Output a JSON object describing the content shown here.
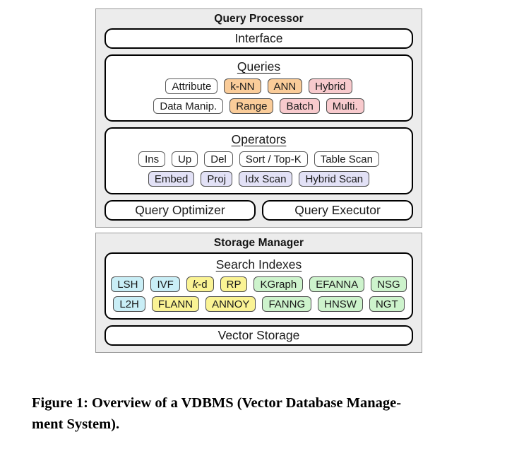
{
  "palette": {
    "white": {
      "bg": "#ffffff",
      "border": "#5c5c5c"
    },
    "orange": {
      "bg": "#facc99",
      "border": "#4d4d4d"
    },
    "pink": {
      "bg": "#f8cacd",
      "border": "#4d4d4d"
    },
    "lavender": {
      "bg": "#e2e1f6",
      "border": "#4d4d4d"
    },
    "cyan": {
      "bg": "#c9eef6",
      "border": "#4d4d4d"
    },
    "yellow": {
      "bg": "#faf394",
      "border": "#4d4d4d"
    },
    "green": {
      "bg": "#cdf3cc",
      "border": "#4d4d4d"
    }
  },
  "query_processor": {
    "title": "Query Processor",
    "interface_label": "Interface",
    "queries": {
      "title": "Queries",
      "rows": [
        [
          {
            "label": "Attribute",
            "color": "white"
          },
          {
            "label": "k-NN",
            "color": "orange"
          },
          {
            "label": "ANN",
            "color": "orange"
          },
          {
            "label": "Hybrid",
            "color": "pink"
          }
        ],
        [
          {
            "label": "Data Manip.",
            "color": "white"
          },
          {
            "label": "Range",
            "color": "orange"
          },
          {
            "label": "Batch",
            "color": "pink"
          },
          {
            "label": "Multi.",
            "color": "pink"
          }
        ]
      ]
    },
    "operators": {
      "title": "Operators",
      "rows": [
        [
          {
            "label": "Ins",
            "color": "white"
          },
          {
            "label": "Up",
            "color": "white"
          },
          {
            "label": "Del",
            "color": "white"
          },
          {
            "label": "Sort / Top-K",
            "color": "white"
          },
          {
            "label": "Table Scan",
            "color": "white"
          }
        ],
        [
          {
            "label": "Embed",
            "color": "lavender"
          },
          {
            "label": "Proj",
            "color": "lavender"
          },
          {
            "label": "Idx Scan",
            "color": "lavender"
          },
          {
            "label": "Hybrid Scan",
            "color": "lavender"
          }
        ]
      ]
    },
    "optimizer_label": "Query Optimizer",
    "executor_label": "Query Executor"
  },
  "storage_manager": {
    "title": "Storage Manager",
    "search_indexes": {
      "title": "Search Indexes",
      "rows": [
        [
          {
            "label": "LSH",
            "color": "cyan"
          },
          {
            "label": "IVF",
            "color": "cyan"
          },
          {
            "parts": [
              {
                "text": "k",
                "italic": true
              },
              {
                "text": "-d"
              }
            ],
            "color": "yellow"
          },
          {
            "label": "RP",
            "color": "yellow"
          },
          {
            "label": "KGraph",
            "color": "green"
          },
          {
            "label": "EFANNA",
            "color": "green"
          },
          {
            "label": "NSG",
            "color": "green"
          }
        ],
        [
          {
            "label": "L2H",
            "color": "cyan"
          },
          {
            "label": "FLANN",
            "color": "yellow"
          },
          {
            "label": "ANNOY",
            "color": "yellow"
          },
          {
            "label": "FANNG",
            "color": "green"
          },
          {
            "label": "HNSW",
            "color": "green"
          },
          {
            "label": "NGT",
            "color": "green"
          }
        ]
      ]
    },
    "vector_storage_label": "Vector Storage"
  },
  "caption": {
    "line1": "Figure 1: Overview of a VDBMS (Vector Database Manage-",
    "line2": "ment System)."
  }
}
